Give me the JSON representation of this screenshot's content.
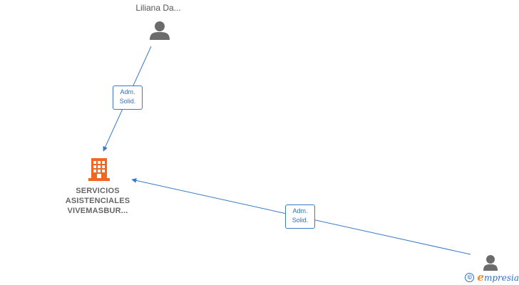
{
  "nodes": {
    "person_top": {
      "label": "Liliana Da..."
    },
    "company": {
      "label_lines": [
        "SERVICIOS",
        "ASISTENCIALES",
        "VIVEMASBUR..."
      ]
    }
  },
  "edges": [
    {
      "label_lines": [
        "Adm.",
        "Solid."
      ]
    },
    {
      "label_lines": [
        "Adm.",
        "Solid."
      ]
    }
  ],
  "brand": {
    "symbol": "©",
    "e": "e",
    "rest": "mpresia"
  },
  "colors": {
    "edge": "#3a78c8",
    "company_icon": "#f26522",
    "person_icon": "#6b6b6b"
  }
}
